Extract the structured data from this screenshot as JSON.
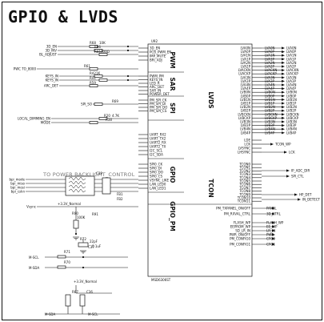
{
  "title": "GPIO & LVDS",
  "overlay_text": "TO POWER BACKLIGHT_CONTROL",
  "chip": {
    "ref": "U92",
    "part": "MSD6306ST",
    "blocks": [
      "PWM",
      "SAR",
      "SPI",
      "LVDS",
      "GPIO",
      "TCON",
      "GPIO_PM"
    ]
  },
  "left_nets": {
    "top": [
      "3D_EN",
      "3D_INV",
      "BL_ADJUST",
      "PWC TO_8000",
      "KEYS_IN",
      "KEYS_IN",
      "ARC_DET",
      "SPI_SO",
      "LOCAL_DIMMING_EN",
      "MODE",
      "bpi_mode",
      "bpi_miso",
      "bpi_mosi",
      "bpi_cskn",
      "Vsync"
    ],
    "bottom": [
      "+3.3V_Normal",
      "M-SCL",
      "M-SDA",
      "+3.3V_Normal",
      "M-SDA",
      "M-SCL"
    ]
  },
  "left_pins": [
    "3D_EN",
    "PCB_PWM_EN",
    "IMP_MUTE",
    "BRI_ADJ",
    "PWM_PM",
    "KEYS_IN",
    "LED_R",
    "ARC_DET",
    "SAR_IN",
    "POWER_DET",
    "PM_SPI_CK",
    "PM_SPI_DI",
    "PM_SPI_DO",
    "PM_SPI_CS",
    "UART_RX2",
    "UART_TX2",
    "UART2_RX",
    "UART2_TX",
    "I2C_SCL",
    "I2C_SDA",
    "SPI0_CK",
    "SPI0_DI",
    "SPI0_DO",
    "SPI0_CS",
    "VSYNC_LIKE",
    "LAN_LED0",
    "LAN_LED1"
  ],
  "right_pins": [
    "LVA0N",
    "LVA0P",
    "LVA1N",
    "LVA1P",
    "LVA2N",
    "LVA2P",
    "LVACKN",
    "LVACKP",
    "LVA3N",
    "LVA3P",
    "LVA4N",
    "LVA4P",
    "LVB0N",
    "LVB0P",
    "LVB1N",
    "LVB1P",
    "LVB2N",
    "LVB2P",
    "LVBCKN",
    "LVBCKP",
    "LVB3N",
    "LVB3P",
    "LVB4N",
    "LVB4P",
    "LDE",
    "LCK",
    "LVSYNC",
    "LHSYNC",
    "TCON0",
    "TCON1",
    "TCON2",
    "TCON3",
    "TCON4",
    "TCON5",
    "TCON6",
    "TCON7",
    "TCON8",
    "TCON9",
    "TCON10",
    "TCON11"
  ],
  "right_nets": [
    "LVA0N",
    "LVA0P",
    "LVA1N",
    "LVA1P",
    "LVA2N",
    "LVA2P",
    "LVACKN",
    "LVACKP",
    "LVA3N",
    "LVA3P",
    "LVA4N",
    "LVA4P",
    "LVB0N",
    "LVB0P",
    "LVB1N",
    "LVB1P",
    "LVB2N",
    "LVB2P",
    "LVBCKN",
    "LVBCKP",
    "LVB3N",
    "LVB3P",
    "LVB4N",
    "LVB4P"
  ],
  "pm_pins": [
    "PM_TXPANEL_ON/OFF",
    "PM_RXVAL_CTRL",
    "FLASH_WP",
    "EEPROM_WP",
    "SD_LR_IN",
    "PWR_ON/OFF",
    "PM_CONFIG0",
    "PM_CONFIG1"
  ],
  "pm_nets": [
    "PANEL",
    "3D_CTRL",
    "FLASH_WP",
    "EE_WP",
    "LR_IN",
    "PWR",
    "CFG0",
    "CFG1"
  ],
  "side_nets": [
    "TCON_WP",
    "LCK",
    "IP_ADC_DIR",
    "SPI_CTL",
    "HP_DET",
    "IN_DETECT"
  ],
  "power": [
    "+3.3V_Normal",
    "+3.3V_Normal"
  ],
  "parts": [
    "R68",
    "R66",
    "R65",
    "R61",
    "R42",
    "R41",
    "R59",
    "R69",
    "R20",
    "R38",
    "C39",
    "R90",
    "R91",
    "R72",
    "R71",
    "R70",
    "R67",
    "C36",
    "C37",
    "FB1",
    "FB2"
  ],
  "values": [
    "10K",
    "100Ω",
    "1K",
    "4.7K",
    "100K",
    "22pF",
    "0.1uF"
  ]
}
